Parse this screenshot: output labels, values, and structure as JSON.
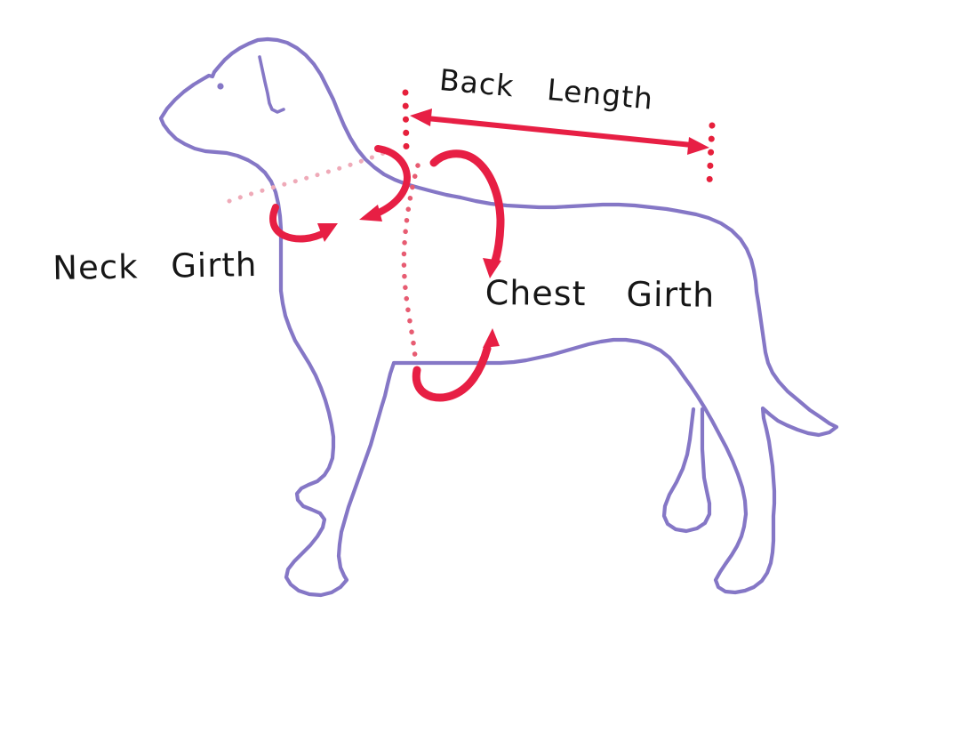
{
  "labels": {
    "back_length": "Back Length",
    "neck_girth": "Neck Girth",
    "chest_girth": "Chest Girth"
  },
  "colors": {
    "outline": "#8577c6",
    "arrow": "#e71f44",
    "neck_dots": "#efaab8",
    "chest_dots": "#e75c72",
    "tick_dots": "#e6203c",
    "text": "#161616",
    "background": "#ffffff"
  }
}
